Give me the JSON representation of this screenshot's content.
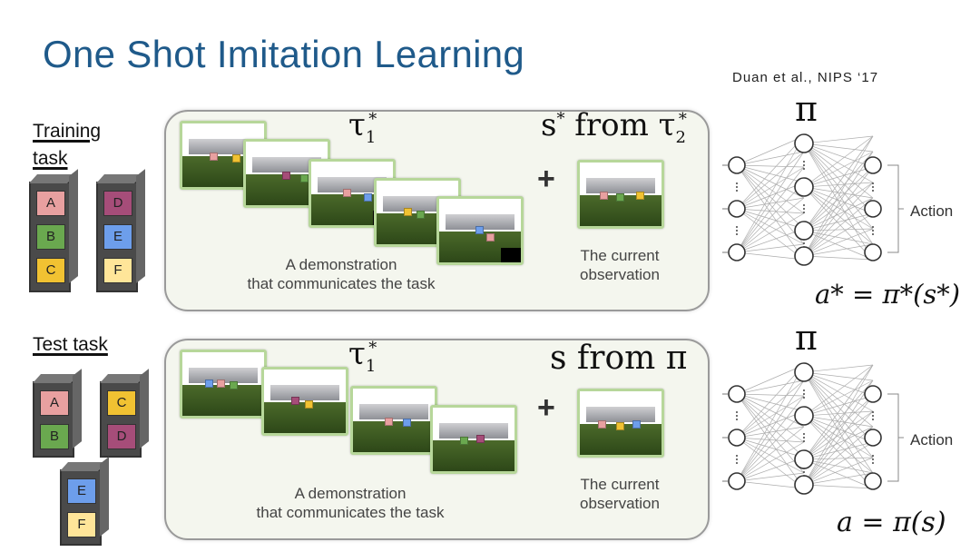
{
  "title": "One Shot Imitation Learning",
  "citation": "Duan et al., NIPS ‘17",
  "training": {
    "label_line1": "Training",
    "label_line2": "task",
    "stacks": [
      [
        "A",
        "B",
        "C"
      ],
      [
        "D",
        "E",
        "F"
      ]
    ],
    "tau": "τ",
    "tau_sub": "1",
    "tau_sup": "*",
    "state_expr": "s* from τ",
    "state_s": "s",
    "state_star": "*",
    "state_from": " from ",
    "state_tau": "τ",
    "state_tau_sub": "2",
    "state_tau_sup": "*",
    "demo_caption_1": "A demonstration",
    "demo_caption_2": "that communicates the task",
    "obs_caption_1": "The current",
    "obs_caption_2": "observation",
    "policy_symbol": "π",
    "action_label": "Action",
    "equation": "a* = π*(s*)"
  },
  "test": {
    "label": "Test task",
    "stacks": [
      [
        "A",
        "B"
      ],
      [
        "C",
        "D"
      ],
      [
        "E",
        "F"
      ]
    ],
    "tau": "τ",
    "tau_sub": "1",
    "tau_sup": "*",
    "state_expr": "s from π",
    "demo_caption_1": "A demonstration",
    "demo_caption_2": "that communicates the task",
    "obs_caption_1": "The current",
    "obs_caption_2": "observation",
    "policy_symbol": "π",
    "action_label": "Action",
    "equation": "a = π(s)"
  },
  "plus": "+",
  "colors": {
    "title": "#1f5a8a",
    "A": "#e8a0a0",
    "B": "#6aa84f",
    "C": "#f1c232",
    "D": "#a64d79",
    "E": "#6d9eeb",
    "F": "#ffe599",
    "frame_border": "#b7d79a"
  }
}
